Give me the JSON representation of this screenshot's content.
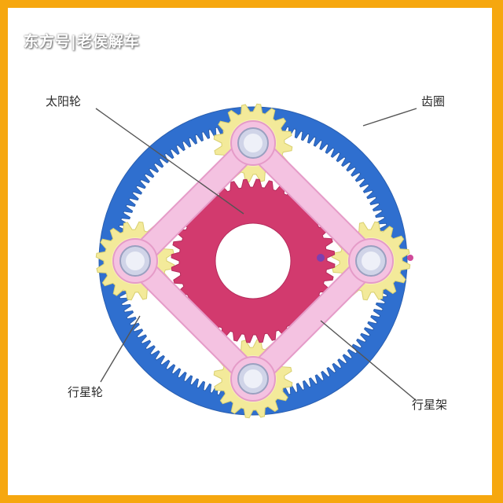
{
  "watermark": "东方号|老侯解车",
  "labels": {
    "sun_gear": "太阳轮",
    "ring_gear": "齿圈",
    "planet_gear": "行星轮",
    "carrier": "行星架"
  },
  "colors": {
    "border": "#f6a70f",
    "ring_gear": "#2f6fcf",
    "sun_gear": "#d23a6e",
    "carrier": "#f4c2e1",
    "planet_gear": "#f3ea9a",
    "hub": "#d0d4e8",
    "leader_line": "#555555"
  },
  "structure": {
    "ring_teeth": 120,
    "sun_teeth": 40,
    "planet_teeth": 16,
    "planet_count": 4
  }
}
